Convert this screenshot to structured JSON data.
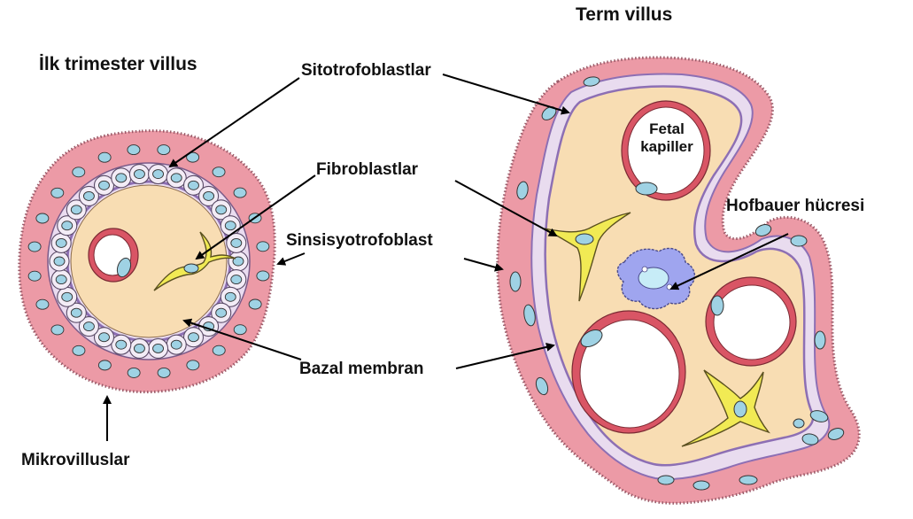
{
  "titles": {
    "first_trimester": "İlk trimester villus",
    "term": "Term villus"
  },
  "labels": {
    "cytotrophoblasts": "Sitotrofoblastlar",
    "fibroblasts": "Fibroblastlar",
    "syncytiotrophoblast": "Sinsisyotrofoblast",
    "basal_membrane": "Bazal membran",
    "microvilli": "Mikrovilluslar",
    "hofbauer": "Hofbauer hücresi",
    "fetal_capillary_line1": "Fetal",
    "fetal_capillary_line2": "kapiller"
  },
  "colors": {
    "syncytium": "#ec9aa6",
    "syncytium_edge": "#b86a78",
    "cytotrophoblast_ring": "#e9dcef",
    "basal_membrane": "#9b7bc0",
    "stroma": "#f8ddb3",
    "nucleus": "#9fd2e4",
    "capillary_wall": "#d95565",
    "fibroblast": "#f1ea54",
    "hofbauer": "#9fa5ef",
    "text": "#111111"
  }
}
